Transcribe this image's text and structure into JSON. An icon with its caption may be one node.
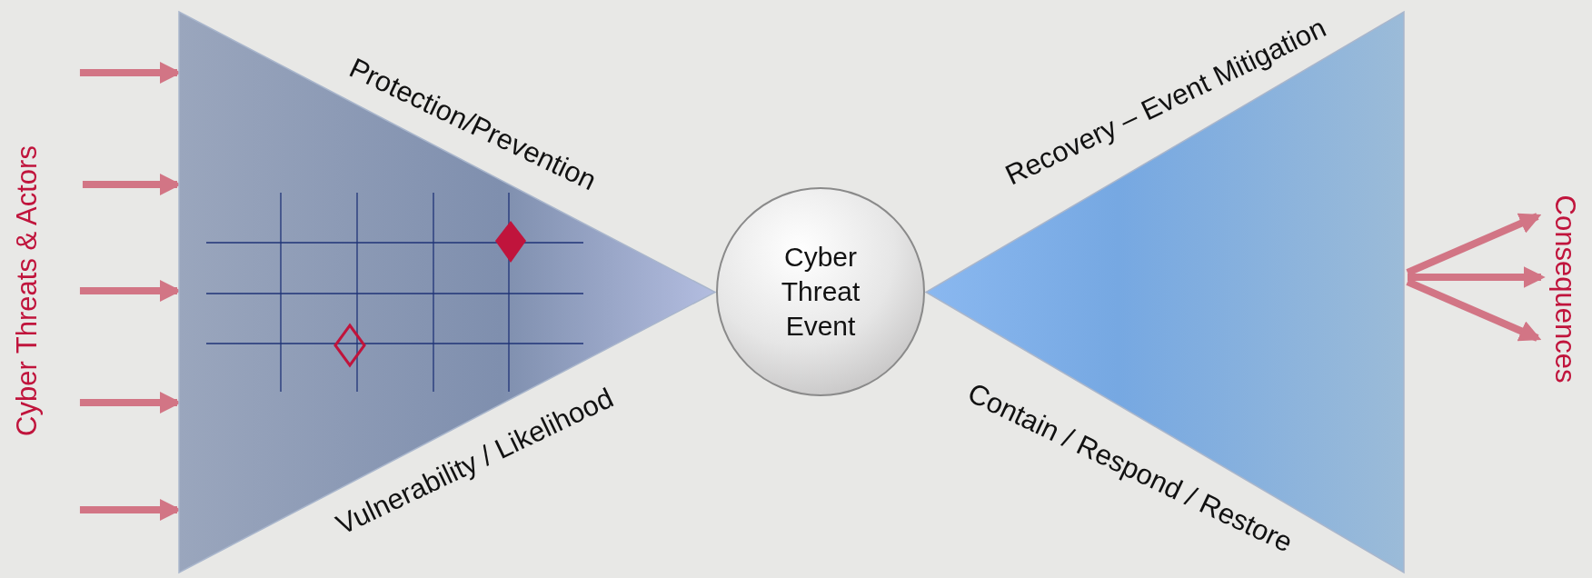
{
  "diagram": {
    "nodes": [
      {
        "text": [
          "Cyber Threats & Actors"
        ]
      },
      {
        "text": [],
        "shape": "triangle"
      },
      {
        "text": [
          "Cyber Threat Event"
        ]
      },
      {
        "text": [],
        "shape": "triangle"
      },
      {
        "text": [
          "Consequences"
        ]
      }
    ],
    "edges": [
      {
        "from": 0,
        "to": 1,
        "arrow": "to"
      },
      {
        "from": 0,
        "to": 1,
        "arrow": "to"
      },
      {
        "from": 0,
        "to": 1,
        "arrow": "to"
      },
      {
        "from": 0,
        "to": 1,
        "arrow": "to"
      },
      {
        "from": 0,
        "to": 1,
        "arrow": "to"
      },
      {
        "from": 3,
        "to": 4,
        "arrow": "to"
      },
      {
        "from": 3,
        "to": 4,
        "arrow": "to"
      },
      {
        "from": 3,
        "to": 4,
        "arrow": "to"
      }
    ],
    "labels": [
      "Protection/Prevention",
      "Vulnerability / Likelihood",
      "Recovery – Event Mitigation",
      "Contain / Respond / Restore"
    ]
  }
}
